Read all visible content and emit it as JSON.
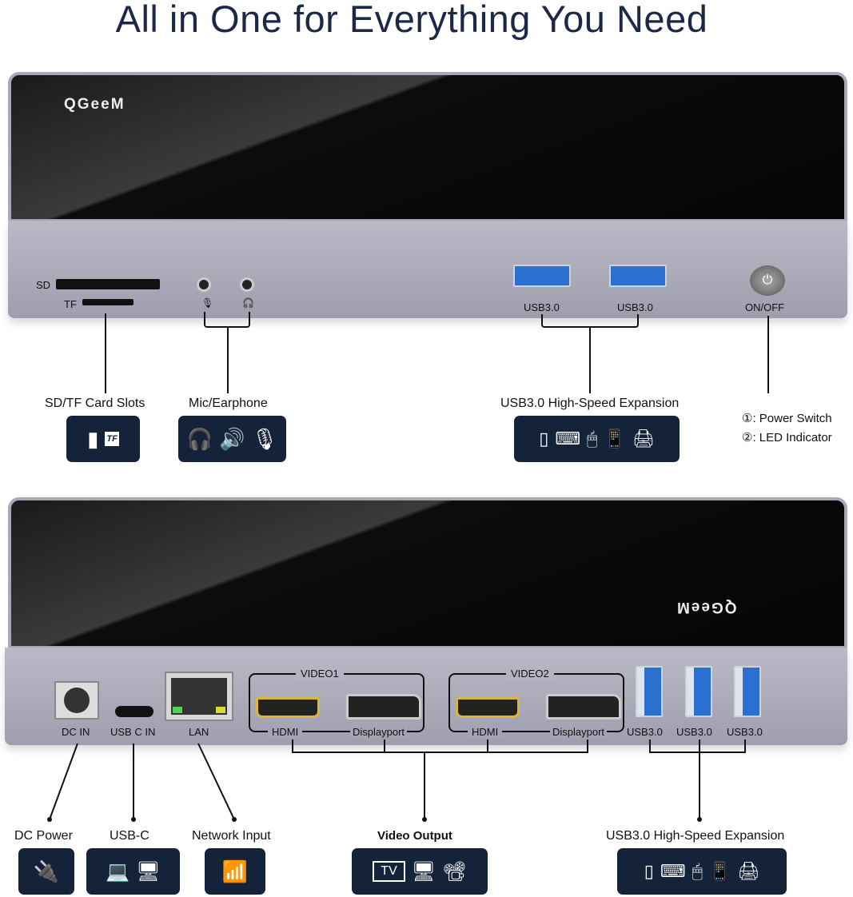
{
  "title": "All in One for Everything You Need",
  "brand": "QGeeM",
  "top_device": {
    "port_labels": {
      "sd": "SD",
      "tf": "TF",
      "usb1": "USB3.0",
      "usb2": "USB3.0",
      "power": "ON/OFF"
    },
    "callouts": {
      "card": "SD/TF Card Slots",
      "audio": "Mic/Earphone",
      "usb": "USB3.0 High-Speed Expansion"
    },
    "notes": [
      "①: Power Switch",
      "②: LED Indicator"
    ],
    "tf_icon_text": "TF"
  },
  "bottom_device": {
    "port_labels": {
      "dc": "DC IN",
      "usbc": "USB C IN",
      "lan": "LAN",
      "video1": "VIDEO1",
      "video2": "VIDEO2",
      "hdmi": "HDMI",
      "dp": "Displayport",
      "usb": "USB3.0"
    },
    "callouts": {
      "dc": "DC Power",
      "usbc": "USB-C",
      "net": "Network Input",
      "video": "Video Output",
      "usb": "USB3.0 High-Speed Expansion"
    },
    "tv_icon_text": "TV"
  }
}
